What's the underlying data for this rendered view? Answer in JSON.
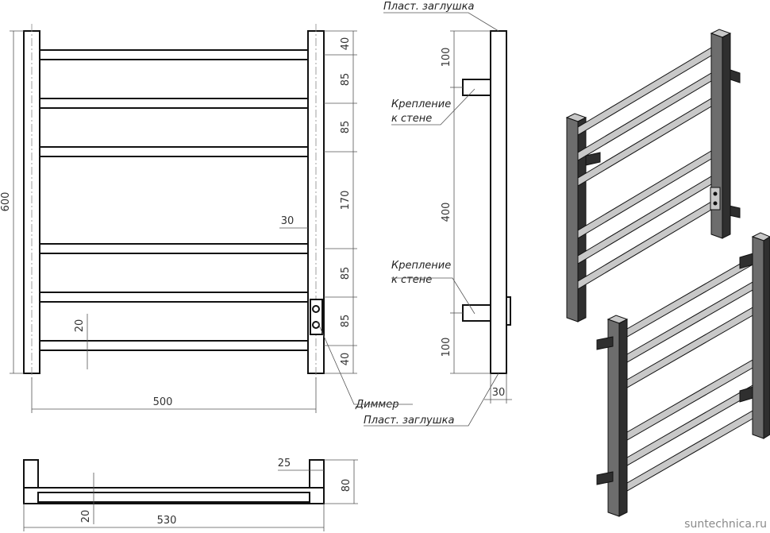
{
  "front_view": {
    "height": "600",
    "width_outer": "500",
    "bar_thickness": "20",
    "post_width": "30",
    "gaps": [
      "40",
      "85",
      "85",
      "170",
      "85",
      "85",
      "40"
    ]
  },
  "side_view": {
    "top_label": "Пласт. заглушка",
    "bottom_label": "Пласт. заглушка",
    "dimmer_label": "Диммер",
    "mount_label_1a": "Крепление",
    "mount_label_1b": "к стене",
    "mount_label_2a": "Крепление",
    "mount_label_2b": "к стене",
    "dims": [
      "100",
      "400",
      "100"
    ],
    "depth": "30"
  },
  "top_view": {
    "width": "530",
    "bar": "20",
    "post": "25",
    "depth": "80"
  },
  "watermark": "suntechnica.ru"
}
